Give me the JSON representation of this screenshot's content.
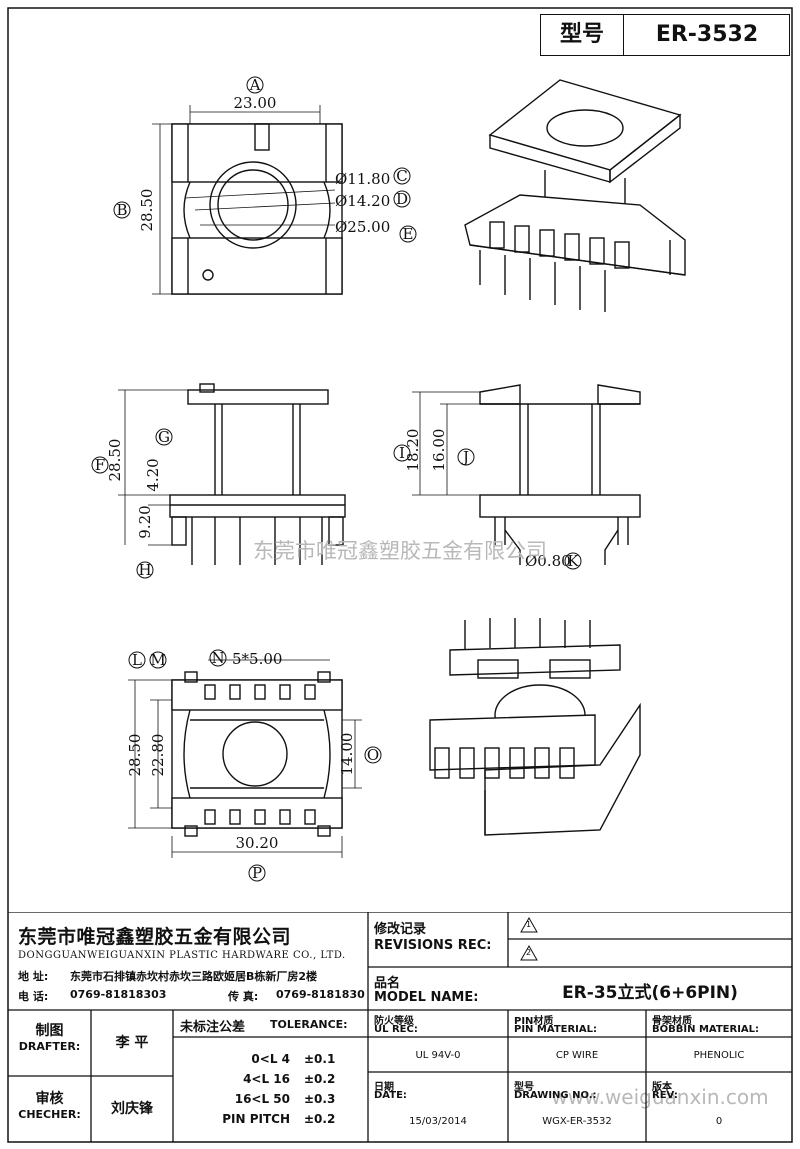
{
  "header": {
    "model_label": "型号",
    "model_value": "ER-3532"
  },
  "dimensions": {
    "A": "A",
    "A_value": "23.00",
    "B": "B",
    "B_value": "28.50",
    "C": "C",
    "C_value": "Ø11.80",
    "D": "D",
    "D_value": "Ø14.20",
    "E": "E",
    "E_value": "Ø25.00",
    "F": "F",
    "F_value": "28.50",
    "G": "G",
    "G_value": "4.20",
    "H": "H",
    "H_value": "9.20",
    "I": "I",
    "I_value": "18.20",
    "J": "J",
    "J_value": "16.00",
    "K": "K",
    "K_value": "Ø0.80",
    "L": "L",
    "L_value": "28.50",
    "M": "M",
    "M_value": "22.80",
    "N": "N",
    "N_value": "5*5.00",
    "O": "O",
    "O_value": "14.00",
    "P": "P",
    "P_value": "30.20"
  },
  "watermarks": {
    "center": "东莞市唯冠鑫塑胶五金有限公司",
    "url": "www.weiguanxin.com"
  },
  "title_block": {
    "company_cn": "东莞市唯冠鑫塑胶五金有限公司",
    "company_en": "DONGGUANWEIGUANXIN PLASTIC HARDWARE CO., LTD.",
    "address_label": "地  址:",
    "address": "东莞市石排镇赤坎村赤坎三路欧姬居B栋新厂房2楼",
    "phone_label": "电  话:",
    "phone": "0769-81818303",
    "fax_label": "传  真:",
    "fax": "0769-8181830",
    "revisions_cn": "修改记录",
    "revisions_en": "REVISIONS REC:",
    "rev1": "1",
    "rev2": "2",
    "model_name_cn": "品名",
    "model_name_en": "MODEL NAME:",
    "model_name_value": "ER-35立式(6+6PIN)",
    "drafter_cn": "制图",
    "drafter_en": "DRAFTER:",
    "drafter_name": "李  平",
    "checker_cn": "审核",
    "checker_en": "CHECHER:",
    "checker_name": "刘庆锋",
    "tolerance_title": "未标注公差",
    "tolerance_en": "TOLERANCE:",
    "tolerances": [
      {
        "range": "0<L  4",
        "value": "±0.1"
      },
      {
        "range": "4<L  16",
        "value": "±0.2"
      },
      {
        "range": "16<L  50",
        "value": "±0.3"
      },
      {
        "range": "PIN PITCH",
        "value": "±0.2"
      }
    ],
    "ul_cn": "防火等级",
    "ul_en": "UL REC:",
    "ul_value": "UL 94V-0",
    "pin_cn": "PIN材质",
    "pin_en": "PIN MATERIAL:",
    "pin_value": "CP WIRE",
    "bobbin_cn": "骨架材质",
    "bobbin_en": "BOBBIN MATERIAL:",
    "bobbin_value": "PHENOLIC",
    "date_cn": "日期",
    "date_en": "DATE:",
    "date_value": "15/03/2014",
    "drawing_cn": "型号",
    "drawing_en": "DRAWING NO.:",
    "drawing_value": "WGX-ER-3532",
    "rev_cn": "版本",
    "rev_en": "REV:",
    "rev_value": "0"
  }
}
